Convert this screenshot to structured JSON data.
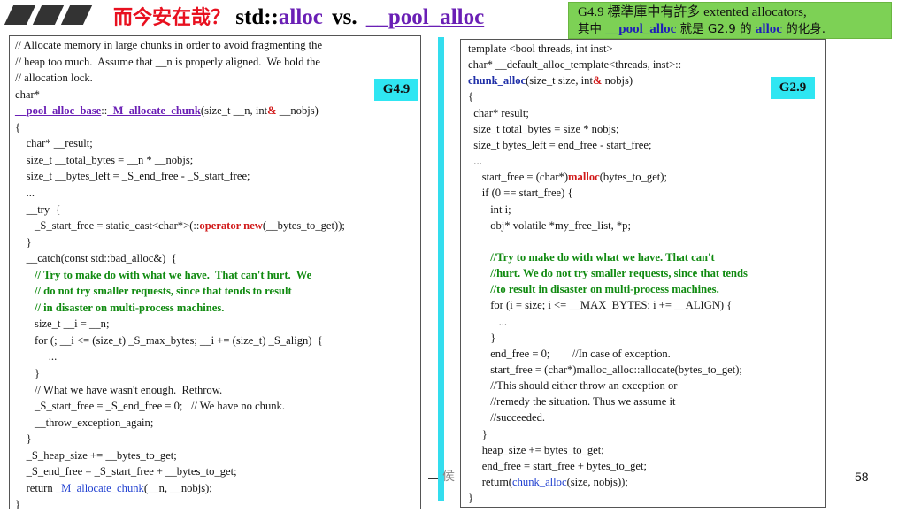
{
  "title": {
    "chinese": "而今安在哉？",
    "std": "std::",
    "alloc": "alloc",
    "vs": "vs.",
    "pool_alloc": "__pool_alloc"
  },
  "note": {
    "line1": "G4.9 標準庫中有許多 extented allocators,",
    "line2_pre": "其中",
    "line2_pool": "__pool_alloc",
    "line2_mid": "就是 G2.9 的",
    "line2_alloc": "alloc",
    "line2_post": "的化身."
  },
  "left_panel": {
    "badge": "G4.9",
    "lines": [
      {
        "s": [
          {
            "t": "// Allocate memory in large chunks in order to avoid fragmenting the"
          }
        ]
      },
      {
        "s": [
          {
            "t": "// heap too much.  Assume that __n is properly aligned.  We hold the"
          }
        ]
      },
      {
        "s": [
          {
            "t": "// allocation lock."
          }
        ]
      },
      {
        "s": [
          {
            "t": "char*"
          }
        ]
      },
      {
        "s": [
          {
            "t": "__pool_alloc_base",
            "c": "c-purple-u"
          },
          {
            "t": "::"
          },
          {
            "t": "_M_allocate_chunk",
            "c": "c-purple-u"
          },
          {
            "t": "(size_t __n, int"
          },
          {
            "t": "&",
            "c": "c-red"
          },
          {
            "t": " __nobjs)"
          }
        ]
      },
      {
        "s": [
          {
            "t": "{"
          }
        ]
      },
      {
        "s": [
          {
            "t": "    char* __result;"
          }
        ]
      },
      {
        "s": [
          {
            "t": "    size_t __total_bytes = __n * __nobjs;"
          }
        ]
      },
      {
        "s": [
          {
            "t": "    size_t __bytes_left = _S_end_free - _S_start_free;"
          }
        ]
      },
      {
        "s": [
          {
            "t": "    ..."
          }
        ]
      },
      {
        "s": [
          {
            "t": "    __try  {"
          }
        ]
      },
      {
        "s": [
          {
            "t": "       _S_start_free = static_cast<char*>(::"
          },
          {
            "t": "operator new",
            "c": "c-red"
          },
          {
            "t": "(__bytes_to_get));"
          }
        ]
      },
      {
        "s": [
          {
            "t": "    }"
          }
        ]
      },
      {
        "s": [
          {
            "t": "    __catch(const std::bad_alloc&)  {"
          }
        ]
      },
      {
        "s": [
          {
            "t": "       // Try to make do with what we have.  That can't hurt.  We",
            "c": "c-green"
          }
        ]
      },
      {
        "s": [
          {
            "t": "       // do not try smaller requests, since that tends to result",
            "c": "c-green"
          }
        ]
      },
      {
        "s": [
          {
            "t": "       // in disaster on multi-process machines.",
            "c": "c-green"
          }
        ]
      },
      {
        "s": [
          {
            "t": "       size_t __i = __n;"
          }
        ]
      },
      {
        "s": [
          {
            "t": "       for (; __i <= (size_t) _S_max_bytes; __i += (size_t) _S_align)  {"
          }
        ]
      },
      {
        "s": [
          {
            "t": "            ..."
          }
        ]
      },
      {
        "s": [
          {
            "t": "       }"
          }
        ]
      },
      {
        "s": [
          {
            "t": "       // What we have wasn't enough.  Rethrow."
          }
        ]
      },
      {
        "s": [
          {
            "t": "       _S_start_free = _S_end_free = 0;   // We have no chunk."
          }
        ]
      },
      {
        "s": [
          {
            "t": "       __throw_exception_again;"
          }
        ]
      },
      {
        "s": [
          {
            "t": "    }"
          }
        ]
      },
      {
        "s": [
          {
            "t": "    _S_heap_size += __bytes_to_get;"
          }
        ]
      },
      {
        "s": [
          {
            "t": "    _S_end_free = _S_start_free + __bytes_to_get;"
          }
        ]
      },
      {
        "s": [
          {
            "t": "    return "
          },
          {
            "t": "_M_allocate_chunk",
            "c": "c-blue"
          },
          {
            "t": "(__n, __nobjs);"
          }
        ]
      },
      {
        "s": [
          {
            "t": "}"
          }
        ]
      }
    ]
  },
  "right_panel": {
    "badge": "G2.9",
    "lines": [
      {
        "s": [
          {
            "t": "template <bool threads, int inst>"
          }
        ]
      },
      {
        "s": [
          {
            "t": "char* __default_alloc_template<threads, inst>::"
          }
        ]
      },
      {
        "s": [
          {
            "t": "chunk_alloc",
            "c": "c-blue-b"
          },
          {
            "t": "(size_t size, int"
          },
          {
            "t": "&",
            "c": "c-red"
          },
          {
            "t": " nobjs)"
          }
        ]
      },
      {
        "s": [
          {
            "t": "{"
          }
        ]
      },
      {
        "s": [
          {
            "t": "  char* result;"
          }
        ]
      },
      {
        "s": [
          {
            "t": "  size_t total_bytes = size * nobjs;"
          }
        ]
      },
      {
        "s": [
          {
            "t": "  size_t bytes_left = end_free - start_free;"
          }
        ]
      },
      {
        "s": [
          {
            "t": "  ..."
          }
        ]
      },
      {
        "s": [
          {
            "t": "     start_free = (char*)"
          },
          {
            "t": "malloc",
            "c": "c-red"
          },
          {
            "t": "(bytes_to_get);"
          }
        ]
      },
      {
        "s": [
          {
            "t": "     if (0 == start_free) {"
          }
        ]
      },
      {
        "s": [
          {
            "t": "        int i;"
          }
        ]
      },
      {
        "s": [
          {
            "t": "        obj* volatile *my_free_list, *p;"
          }
        ]
      },
      {
        "s": [
          {
            "t": ""
          }
        ]
      },
      {
        "s": [
          {
            "t": "        //Try to make do with what we have. That can't",
            "c": "c-green"
          }
        ]
      },
      {
        "s": [
          {
            "t": "        //hurt. We do not try smaller requests, since that tends",
            "c": "c-green"
          }
        ]
      },
      {
        "s": [
          {
            "t": "        //to result in disaster on multi-process machines.",
            "c": "c-green"
          }
        ]
      },
      {
        "s": [
          {
            "t": "        for (i = size; i <= __MAX_BYTES; i += __ALIGN) {"
          }
        ]
      },
      {
        "s": [
          {
            "t": "           ..."
          }
        ]
      },
      {
        "s": [
          {
            "t": "        }"
          }
        ]
      },
      {
        "s": [
          {
            "t": "        end_free = 0;        //In case of exception."
          }
        ]
      },
      {
        "s": [
          {
            "t": "        start_free = (char*)malloc_alloc::allocate(bytes_to_get);"
          }
        ]
      },
      {
        "s": [
          {
            "t": "        //This should either throw an exception or"
          }
        ]
      },
      {
        "s": [
          {
            "t": "        //remedy the situation. Thus we assume it"
          }
        ]
      },
      {
        "s": [
          {
            "t": "        //succeeded."
          }
        ]
      },
      {
        "s": [
          {
            "t": "     }"
          }
        ]
      },
      {
        "s": [
          {
            "t": "     heap_size += bytes_to_get;"
          }
        ]
      },
      {
        "s": [
          {
            "t": "     end_free = start_free + bytes_to_get;"
          }
        ]
      },
      {
        "s": [
          {
            "t": "     return("
          },
          {
            "t": "chunk_alloc",
            "c": "c-blue"
          },
          {
            "t": "(size, nobjs));"
          }
        ]
      },
      {
        "s": [
          {
            "t": "}"
          }
        ]
      }
    ]
  },
  "fragment": "侯",
  "page_number": "58"
}
